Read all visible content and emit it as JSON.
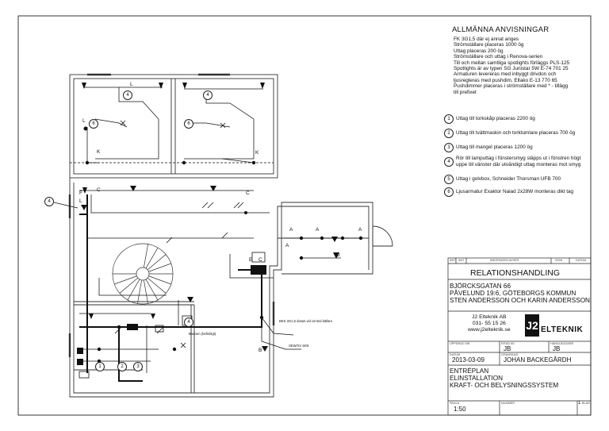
{
  "notes": {
    "heading": "ALLMÄNNA ANVISNINGAR",
    "lines": [
      "FK 3G1,5 där ej annat anges",
      "Strömställare placeras 1000 ög",
      "Uttag placeras 200 ög",
      "Strömställare och uttag i Renova-serien",
      "Till och mellan samtliga spotlights förläggs PLS-125",
      "Spotlights är av typen SG Junistar 5W E-74 701 25",
      "Armaturen levereras med inbyggt drivdon och",
      "ljusregleras med pushdim, Eltako E-13 770 65",
      "Pushdimmer placeras i strömställare med * - tillägg",
      "till prefixet"
    ],
    "numbered": [
      {
        "num": "1",
        "text": "Uttag till torkskåp placeras 2200 ög"
      },
      {
        "num": "2",
        "text": "Uttag till tvättmaskin och torktumlare placeras 700 ög"
      },
      {
        "num": "3",
        "text": "Uttag till mangel placeras 1200 ög"
      },
      {
        "num": "4",
        "text": "Rör till lamputtag i fönstersmyg släpps ut i fönstren högt",
        "text2": "uppe till vänster där utvändigt uttag monteras mot smyg"
      },
      {
        "num": "5",
        "text": "Uttag i golvbox, Schneider Thorsman UFB 700"
      },
      {
        "num": "6",
        "text": "Ljusarmatur Exaktor Naiad 2x28W monteras dikt tag"
      }
    ]
  },
  "plan": {
    "letters": {
      "c1": "C",
      "c2": "C",
      "c3": "C",
      "e": "E",
      "f": "F",
      "l1": "L",
      "l2": "L",
      "l3": "L",
      "k1": "K",
      "k2": "K",
      "a1": "A",
      "a2": "A",
      "a3": "A",
      "a4": "A",
      "d": "D",
      "b": "B"
    },
    "circles": {
      "n4a": "4",
      "n4b": "4",
      "n4c": "4",
      "n6a": "6",
      "n6b": "6",
      "n4d": "4",
      "n1": "1",
      "n2": "2",
      "n3": "3"
    },
    "labels": {
      "badrum": "Badrum (befintligt)",
      "bkk": "BKK 3G1,5 dosas vid central källare",
      "sew": "SEW/XV 6G6"
    }
  },
  "titleblock": {
    "rev_headers": [
      "ÄNT",
      "ANT",
      "ÄNDRINGEN AVSER",
      "SIGN",
      "DATUM"
    ],
    "doc_type": "RELATIONSHANDLING",
    "project": [
      "BJÖRCKSGATAN 66",
      "PÅVELUND 19:6, GÖTEBORGS KOMMUN",
      "STEN ANDERSSON OCH KARIN ANDERSSON"
    ],
    "company": [
      "J2 Elteknik AB",
      "031- 55 15 26",
      "www.j2elteknik.se"
    ],
    "logo": {
      "mark": "J2",
      "word": "ELTEKNIK"
    },
    "fields": [
      {
        "label": "UPPDRAG NR",
        "value": ""
      },
      {
        "label": "RITAD AV",
        "value": "JB"
      },
      {
        "label": "HANDLÄGGARE",
        "value": "JB"
      },
      {
        "label": "DATUM",
        "value": "2013-03-09"
      },
      {
        "label": "GRANSKAD",
        "value": "JOHAN BACKEGÅRDH"
      }
    ],
    "drawing_title": [
      "ENTRÉPLAN",
      "ELINSTALLATION",
      "KRAFT- OCH BELYSNINGSSYSTEM"
    ],
    "scale_label": "SKALA",
    "scale": "1:50",
    "number_label": "NUMMER",
    "blad_label": "BLAD",
    "blad_value": "1"
  },
  "colors": {
    "line": "#111111",
    "wall": "#333333",
    "paper": "#ffffff"
  }
}
